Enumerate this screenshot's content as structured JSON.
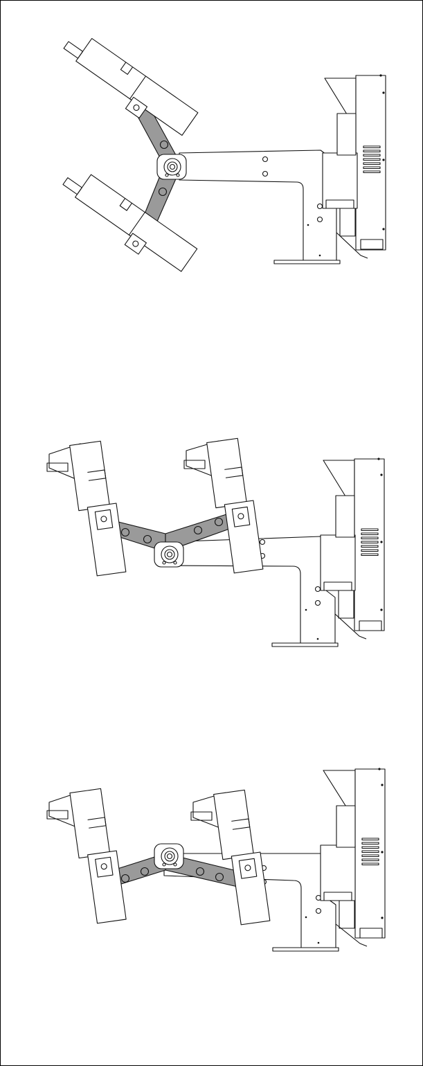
{
  "drawing": {
    "views": [
      {
        "id": "view-1",
        "panel_rotation_deg": -35
      },
      {
        "id": "view-2",
        "panel_rotation_deg": 0
      },
      {
        "id": "view-3",
        "panel_rotation_deg": 0
      }
    ]
  }
}
